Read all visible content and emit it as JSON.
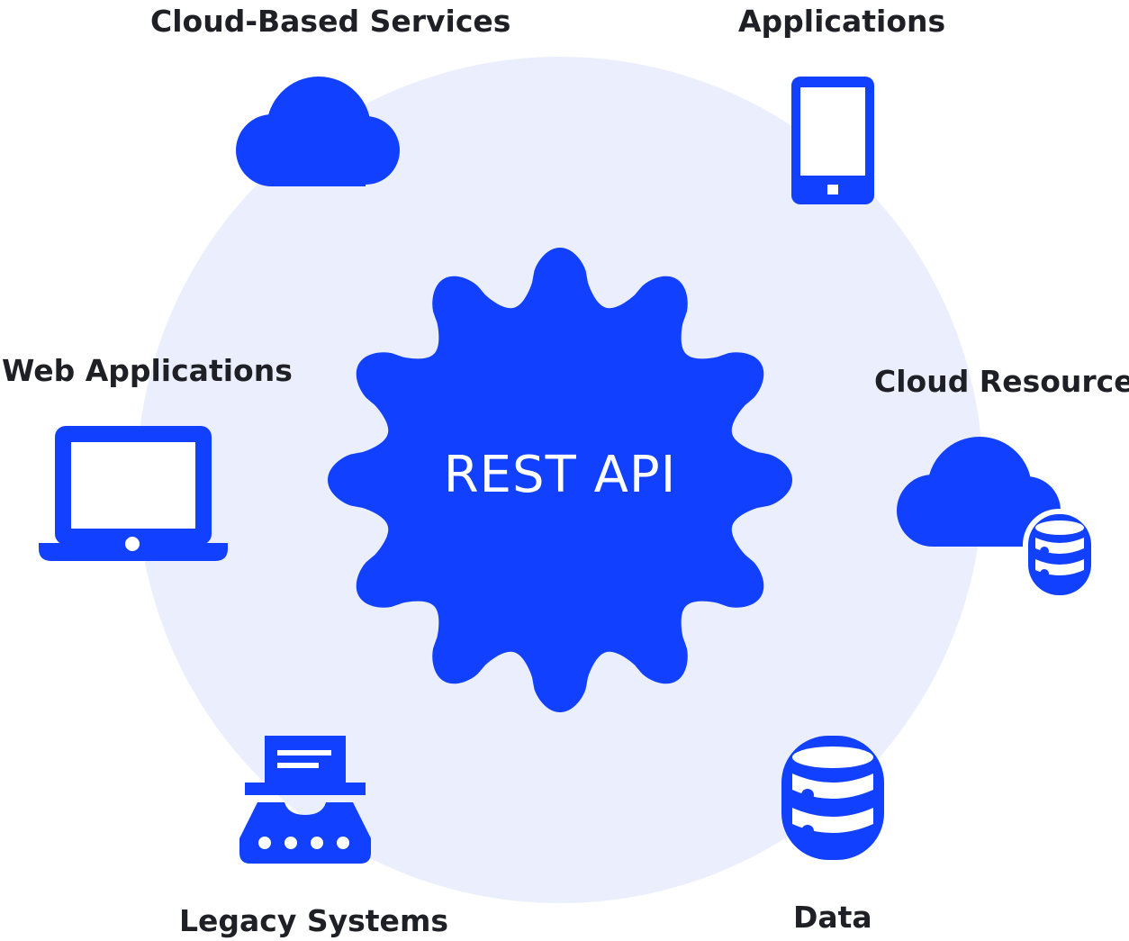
{
  "diagram": {
    "center": {
      "title": "REST API",
      "icon": "gear-icon"
    },
    "nodes": {
      "cloud_based_services": {
        "label": "Cloud-Based Services",
        "icon": "cloud-icon"
      },
      "applications": {
        "label": "Applications",
        "icon": "smartphone-icon"
      },
      "web_applications": {
        "label": "Web Applications",
        "icon": "laptop-icon"
      },
      "cloud_resources": {
        "label": "Cloud Resources",
        "icon": "cloud-database-icon"
      },
      "legacy_systems": {
        "label": "Legacy Systems",
        "icon": "typewriter-icon"
      },
      "data": {
        "label": "Data",
        "icon": "database-icon"
      }
    }
  },
  "colors": {
    "accent": "#1141ff",
    "background_circle": "#ebeffd",
    "label_text": "#1f1f26",
    "center_text": "#ffffff"
  }
}
